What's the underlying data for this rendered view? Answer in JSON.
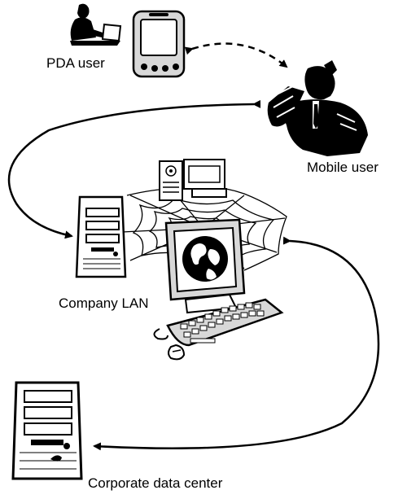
{
  "labels": {
    "pda_user": "PDA user",
    "mobile_user": "Mobile user",
    "company_lan": "Company LAN",
    "corporate_data_center": "Corporate data center"
  },
  "colors": {
    "ink": "#000000",
    "paper": "#ffffff",
    "mid_gray": "#cfcfcf"
  }
}
